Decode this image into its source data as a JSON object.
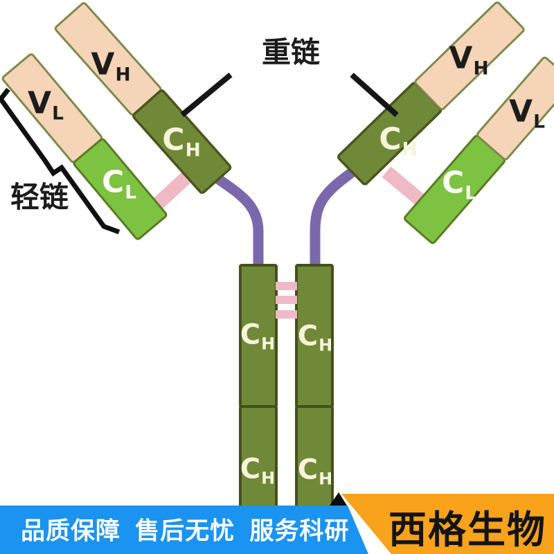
{
  "diagram": {
    "heavy_chain_label": "重链",
    "light_chain_label": "轻链",
    "domain_labels": {
      "vh": {
        "main": "V",
        "sub": "H"
      },
      "vl": {
        "main": "V",
        "sub": "L"
      },
      "ch": {
        "main": "C",
        "sub": "H"
      },
      "cl": {
        "main": "C",
        "sub": "L"
      }
    },
    "colors": {
      "variable_domain_fill": "#F5D4B7",
      "variable_domain_border": "#7C8A4A",
      "light_constant_fill": "#7DC241",
      "light_constant_border": "#5B7A24",
      "heavy_constant_fill": "#6F8938",
      "heavy_constant_border": "#4A551D",
      "hinge": "#7B68AC",
      "disulfide_bond": "#F0B9C6",
      "annotation": "#161616",
      "domain_text_cream": "#F6F3DA",
      "domain_text_white": "#FDFDF4"
    }
  },
  "banner": {
    "slogan": "品质保障 售后无忧 服务科研",
    "slogan_bg": "#1B93F0",
    "slogan_color": "#FFFFFF",
    "brand": "西格生物",
    "brand_bg": "#F9A21C",
    "brand_color": "#141414",
    "notch_color": "#0A0A0A"
  }
}
